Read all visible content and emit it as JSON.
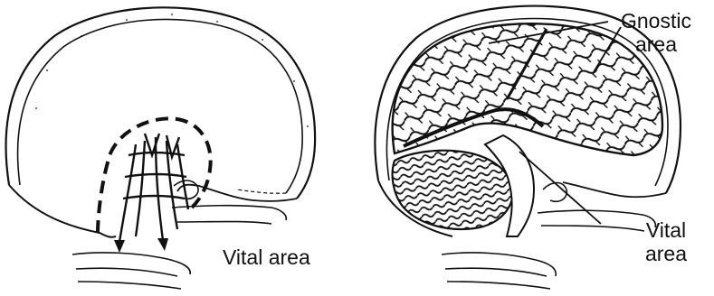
{
  "colors": {
    "ink": "#111111",
    "background": "#ffffff"
  },
  "labels": {
    "left_panel": "Vital area",
    "right_panel_gnostic_line1": "Gnostic",
    "right_panel_gnostic_line2": "area",
    "right_panel_vital_line1": "Vital",
    "right_panel_vital_line2": "area"
  }
}
